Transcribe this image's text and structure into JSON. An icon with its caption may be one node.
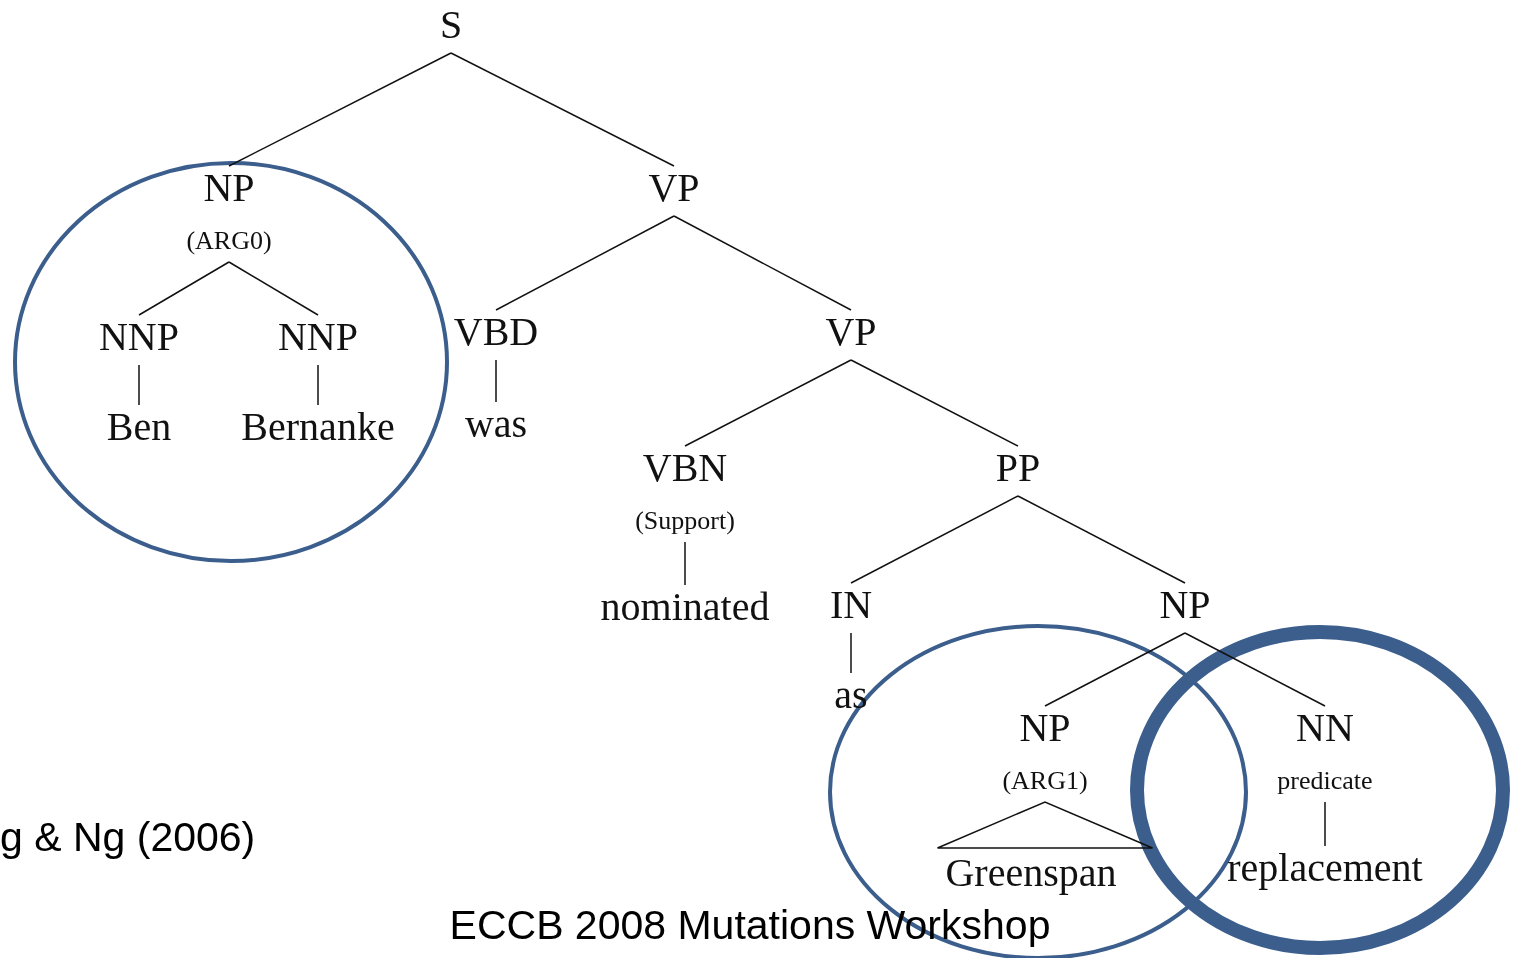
{
  "diagram": {
    "nodes": [
      {
        "text": [
          "S"
        ]
      },
      {
        "text": [
          "NP",
          "(ARG0)"
        ]
      },
      {
        "text": [
          "VP"
        ]
      },
      {
        "text": [
          "NNP"
        ]
      },
      {
        "text": [
          "NNP"
        ]
      },
      {
        "text": [
          "Ben"
        ]
      },
      {
        "text": [
          "Bernanke"
        ]
      },
      {
        "text": [
          "VBD"
        ]
      },
      {
        "text": [
          "was"
        ]
      },
      {
        "text": [
          "VP"
        ]
      },
      {
        "text": [
          "VBN",
          "(Support)"
        ]
      },
      {
        "text": [
          "PP"
        ]
      },
      {
        "text": [
          "nominated"
        ]
      },
      {
        "text": [
          "IN"
        ]
      },
      {
        "text": [
          "NP"
        ]
      },
      {
        "text": [
          "as"
        ]
      },
      {
        "text": [
          "NP",
          "(ARG1)"
        ]
      },
      {
        "text": [
          "NN",
          "predicate"
        ]
      },
      {
        "text": [
          "Greenspan"
        ]
      },
      {
        "text": [
          "replacement"
        ]
      }
    ],
    "edges": [
      {
        "from": 0,
        "to": 1,
        "arrow": "none"
      },
      {
        "from": 0,
        "to": 2,
        "arrow": "none"
      },
      {
        "from": 1,
        "to": 3,
        "arrow": "none"
      },
      {
        "from": 1,
        "to": 4,
        "arrow": "none"
      },
      {
        "from": 3,
        "to": 5,
        "arrow": "none"
      },
      {
        "from": 4,
        "to": 6,
        "arrow": "none"
      },
      {
        "from": 2,
        "to": 7,
        "arrow": "none"
      },
      {
        "from": 2,
        "to": 9,
        "arrow": "none"
      },
      {
        "from": 7,
        "to": 8,
        "arrow": "none"
      },
      {
        "from": 9,
        "to": 10,
        "arrow": "none"
      },
      {
        "from": 9,
        "to": 11,
        "arrow": "none"
      },
      {
        "from": 10,
        "to": 12,
        "arrow": "none"
      },
      {
        "from": 11,
        "to": 13,
        "arrow": "none"
      },
      {
        "from": 11,
        "to": 14,
        "arrow": "none"
      },
      {
        "from": 13,
        "to": 15,
        "arrow": "none"
      },
      {
        "from": 14,
        "to": 16,
        "arrow": "none"
      },
      {
        "from": 14,
        "to": 17,
        "arrow": "none"
      },
      {
        "from": 16,
        "to": 18,
        "arrow": "none"
      },
      {
        "from": 17,
        "to": 19,
        "arrow": "none"
      }
    ],
    "labels": [
      "g & Ng (2006)",
      "ECCB 2008 Mutations Workshop"
    ]
  }
}
